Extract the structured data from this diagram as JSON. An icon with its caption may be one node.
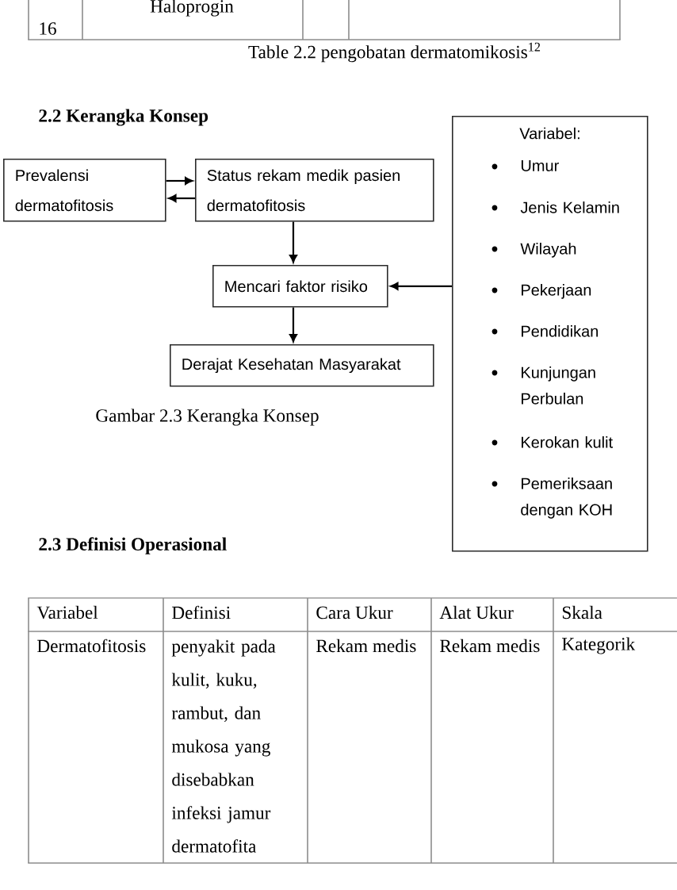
{
  "diagram": {
    "title": "2.2 Kerangka Konsep",
    "caption": "Gambar 2.3 Kerangka Konsep",
    "nodes": [
      {
        "text": [
          "Prevalensi dermatofitosis"
        ]
      },
      {
        "text": [
          "Status rekam medik pasien dermatofitosis"
        ]
      },
      {
        "text": [
          "Mencari faktor risiko"
        ]
      },
      {
        "text": [
          "Derajat Kesehatan Masyarakat"
        ]
      },
      {
        "text": [
          "Variabel:",
          "Umur",
          "Jenis Kelamin",
          "Wilayah",
          "Pekerjaan",
          "Pendidikan",
          "Kunjungan Perbulan",
          "Kerokan kulit",
          "Pemeriksaan dengan KOH"
        ]
      }
    ],
    "edges": [
      {
        "from": 0,
        "to": 1,
        "arrow": "to"
      },
      {
        "from": 1,
        "to": 0,
        "arrow": "to"
      },
      {
        "from": 1,
        "to": 2,
        "arrow": "to"
      },
      {
        "from": 2,
        "to": 3,
        "arrow": "to"
      },
      {
        "from": 4,
        "to": 2,
        "arrow": "to"
      }
    ],
    "labels": [
      "Haloprogin",
      "16",
      "Table 2.2 pengobatan dermatomikosis$^{12}$",
      "2.3 Definisi Operasional",
      "Variabel",
      "Definisi",
      "Cara Ukur",
      "Alat Ukur",
      "Skala",
      "Dermatofitosis",
      "penyakit pada kulit, kuku, rambut, dan mukosa yang disebabkan infeksi jamur dermatofita",
      "Rekam medis",
      "Rekam medis",
      "Kategorik"
    ]
  }
}
